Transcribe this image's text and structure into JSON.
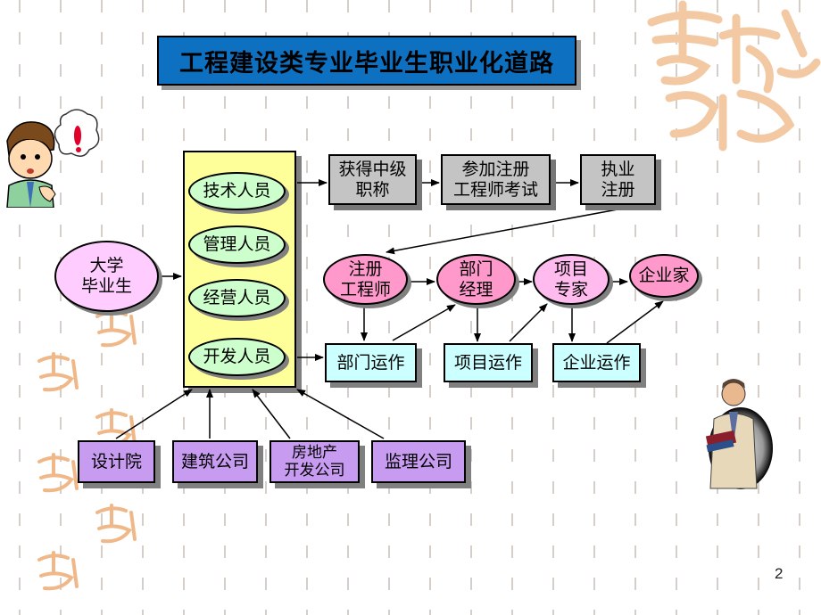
{
  "title": "工程建设类专业毕业生职业化道路",
  "page_number": "2",
  "graduate": {
    "line1": "大学",
    "line2": "毕业生"
  },
  "roles": [
    "技术人员",
    "管理人员",
    "经营人员",
    "开发人员"
  ],
  "top_path": [
    {
      "line1": "获得中级",
      "line2": "职称"
    },
    {
      "line1": "参加注册",
      "line2": "工程师考试"
    },
    {
      "line1": "执业",
      "line2": "注册"
    }
  ],
  "career": [
    {
      "line1": "注册",
      "line2": "工程师"
    },
    {
      "line1": "部门",
      "line2": "经理"
    },
    {
      "line1": "项目",
      "line2": "专家"
    },
    {
      "line1": "企业家",
      "line2": ""
    }
  ],
  "operations": [
    "部门运作",
    "项目运作",
    "企业运作"
  ],
  "sources": [
    {
      "line1": "设计院",
      "line2": ""
    },
    {
      "line1": "建筑公司",
      "line2": ""
    },
    {
      "line1": "房地产",
      "line2": "开发公司"
    },
    {
      "line1": "监理公司",
      "line2": ""
    }
  ],
  "decor": {
    "seal_text": "吉祥如意"
  },
  "colors": {
    "title_bg": "#0e70c0",
    "gray_box": "#c4c4c4",
    "cyan_box": "#ccffff",
    "purple_box": "#c79bf0",
    "yellow_panel": "#ffff99",
    "green_ellipse": "#ccffcc",
    "pink_ellipse": "#ff99cc",
    "graduate_ellipse": "#ffccff"
  }
}
